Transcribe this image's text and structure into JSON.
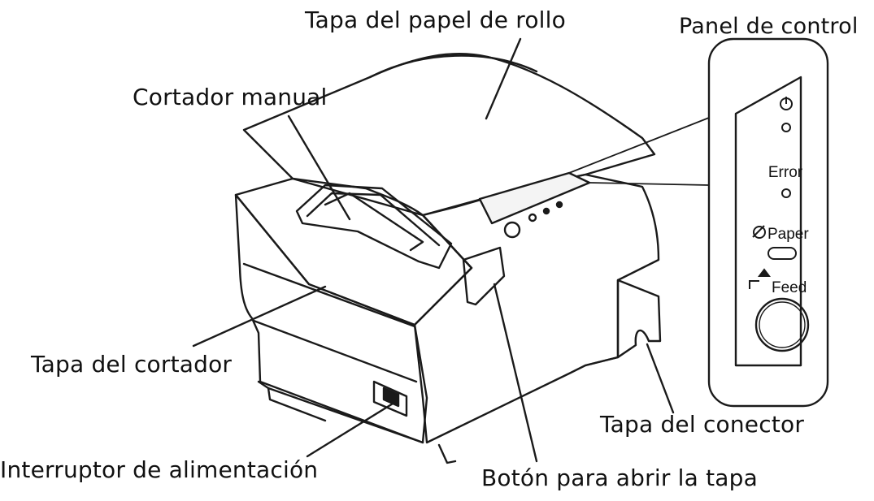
{
  "labels": {
    "roll_paper_cover": "Tapa del papel de rollo",
    "control_panel": "Panel de control",
    "manual_cutter": "Cortador manual",
    "cutter_cover": "Tapa del cortador",
    "power_switch": "Interruptor de alimentación",
    "cover_open_button": "Botón para abrir la tapa",
    "connector_cover": "Tapa del conector"
  },
  "control_panel": {
    "error_label": "Error",
    "paper_label": "Paper",
    "feed_label": "Feed"
  },
  "icons": [
    "power-icon",
    "paper-roll-icon",
    "feed-icon"
  ]
}
